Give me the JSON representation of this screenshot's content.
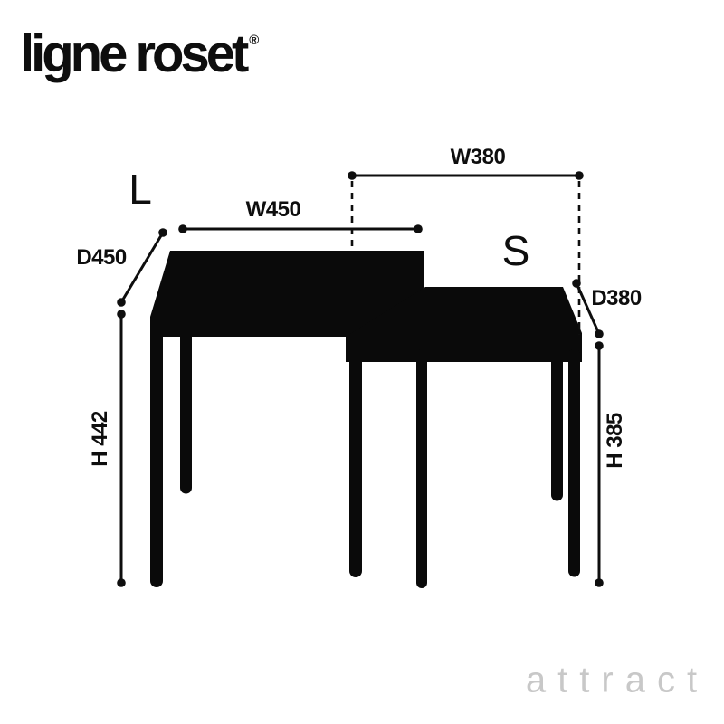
{
  "brand": {
    "logo_text": "ligne roset",
    "registered_mark": "®"
  },
  "diagram": {
    "type": "product-dimensions",
    "product": "nesting side tables silhouette, two sizes",
    "tables": [
      {
        "label": "L",
        "dimensions": {
          "width": "W450",
          "depth": "D450",
          "height": "H 442"
        }
      },
      {
        "label": "S",
        "dimensions": {
          "width": "W380",
          "depth": "D380",
          "height": "H 385"
        }
      }
    ],
    "colors": {
      "ink": "#0a0a0a",
      "background": "#ffffff"
    }
  },
  "watermark": {
    "text": "attract",
    "color": "#c8c8c8"
  }
}
